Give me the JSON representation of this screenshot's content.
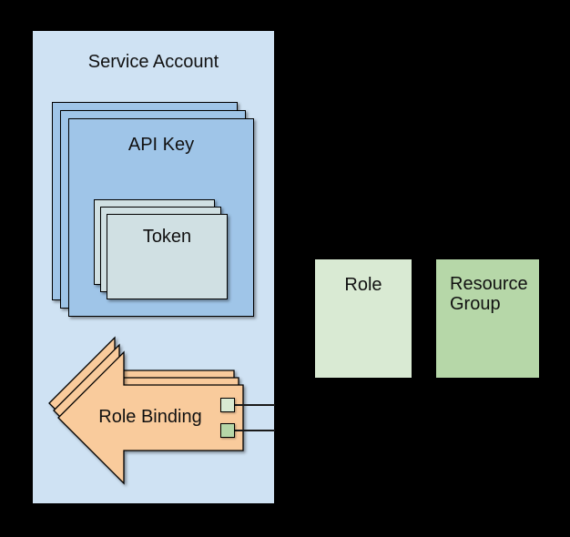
{
  "diagram": {
    "service_account": {
      "label": "Service Account",
      "type": "container"
    },
    "api_key": {
      "label": "API Key",
      "stack_count": 3
    },
    "token": {
      "label": "Token",
      "stack_count": 3
    },
    "role_binding": {
      "label": "Role Binding",
      "stack_count": 3,
      "shape": "left-arrow"
    },
    "role": {
      "label": "Role"
    },
    "resource_group": {
      "label": "Resource Group"
    },
    "connectors": [
      {
        "from": "role-binding-role-swatch",
        "to": "role",
        "swatch_color": "#d9ead3"
      },
      {
        "from": "role-binding-resource-group-swatch",
        "to": "resource_group",
        "swatch_color": "#b6d7a8"
      }
    ]
  },
  "colors": {
    "background": "#000000",
    "service_account_fill": "#cfe2f3",
    "api_key_fill": "#9fc5e8",
    "token_fill": "#d0e0e3",
    "role_binding_fill": "#f9cb9c",
    "role_fill": "#d9ead3",
    "resource_group_fill": "#b6d7a8",
    "border": "#000000",
    "text": "#111111",
    "connector": "#1a1a1a"
  }
}
